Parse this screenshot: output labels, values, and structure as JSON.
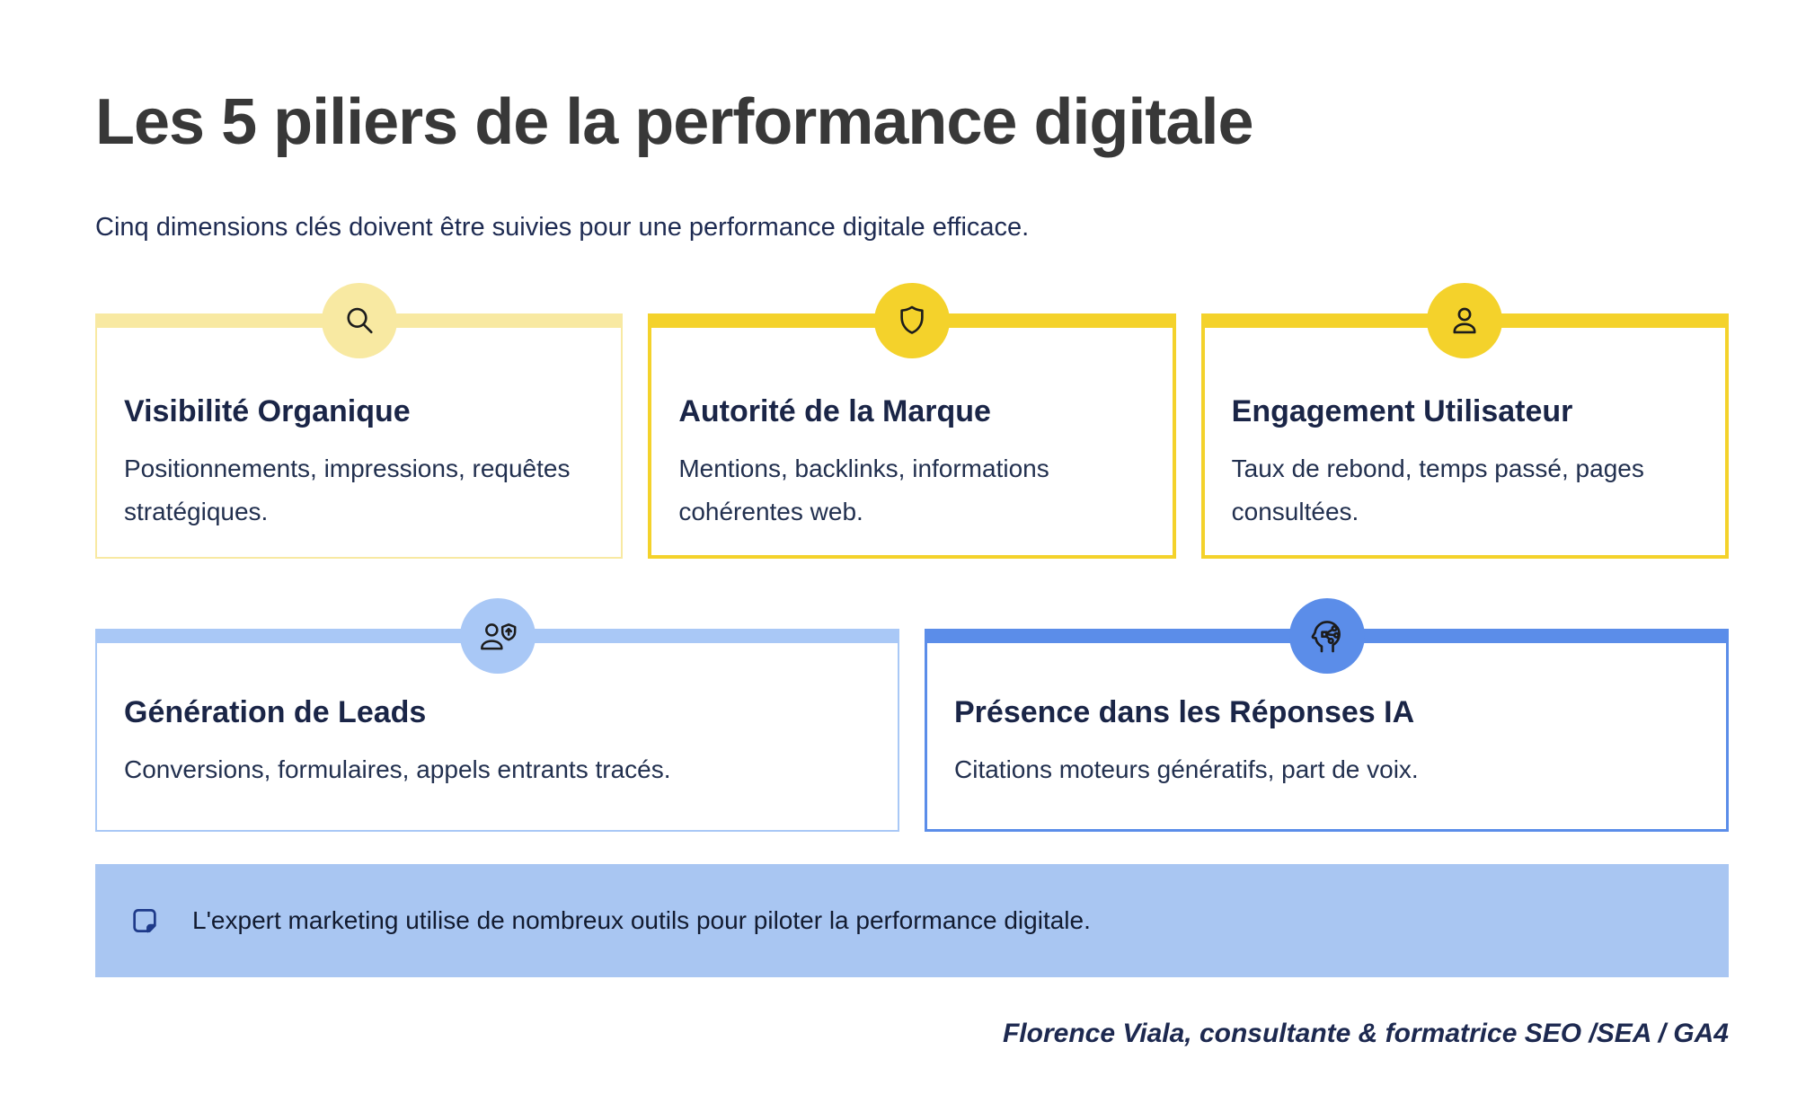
{
  "header": {
    "title": "Les 5 piliers de la performance digitale",
    "subtitle": "Cinq dimensions clés doivent être suivies pour une performance digitale efficace."
  },
  "pillars": [
    {
      "title": "Visibilité Organique",
      "description": "Positionnements, impressions, requêtes stratégiques.",
      "icon": "magnifier-icon",
      "accent_color": "#F8E9A2",
      "row": 1
    },
    {
      "title": "Autorité de la Marque",
      "description": "Mentions, backlinks, informations cohérentes web.",
      "icon": "shield-icon",
      "accent_color": "#F4D22B",
      "row": 1
    },
    {
      "title": "Engagement Utilisateur",
      "description": "Taux de rebond, temps passé, pages consultées.",
      "icon": "user-icon",
      "accent_color": "#F4D22B",
      "row": 1
    },
    {
      "title": "Génération de Leads",
      "description": "Conversions, formulaires, appels entrants tracés.",
      "icon": "user-shield-arrow-icon",
      "accent_color": "#A9C8F6",
      "row": 2
    },
    {
      "title": "Présence dans les Réponses IA",
      "description": "Citations moteurs génératifs, part de voix.",
      "icon": "ai-head-icon",
      "accent_color": "#5B8DE9",
      "row": 2
    }
  ],
  "callout": {
    "icon": "note-icon",
    "text": "L'expert marketing utilise de nombreux outils pour piloter la performance digitale.",
    "background_color": "#A9C6F2"
  },
  "footer": {
    "attribution": "Florence Viala, consultante & formatrice SEO /SEA / GA4"
  }
}
